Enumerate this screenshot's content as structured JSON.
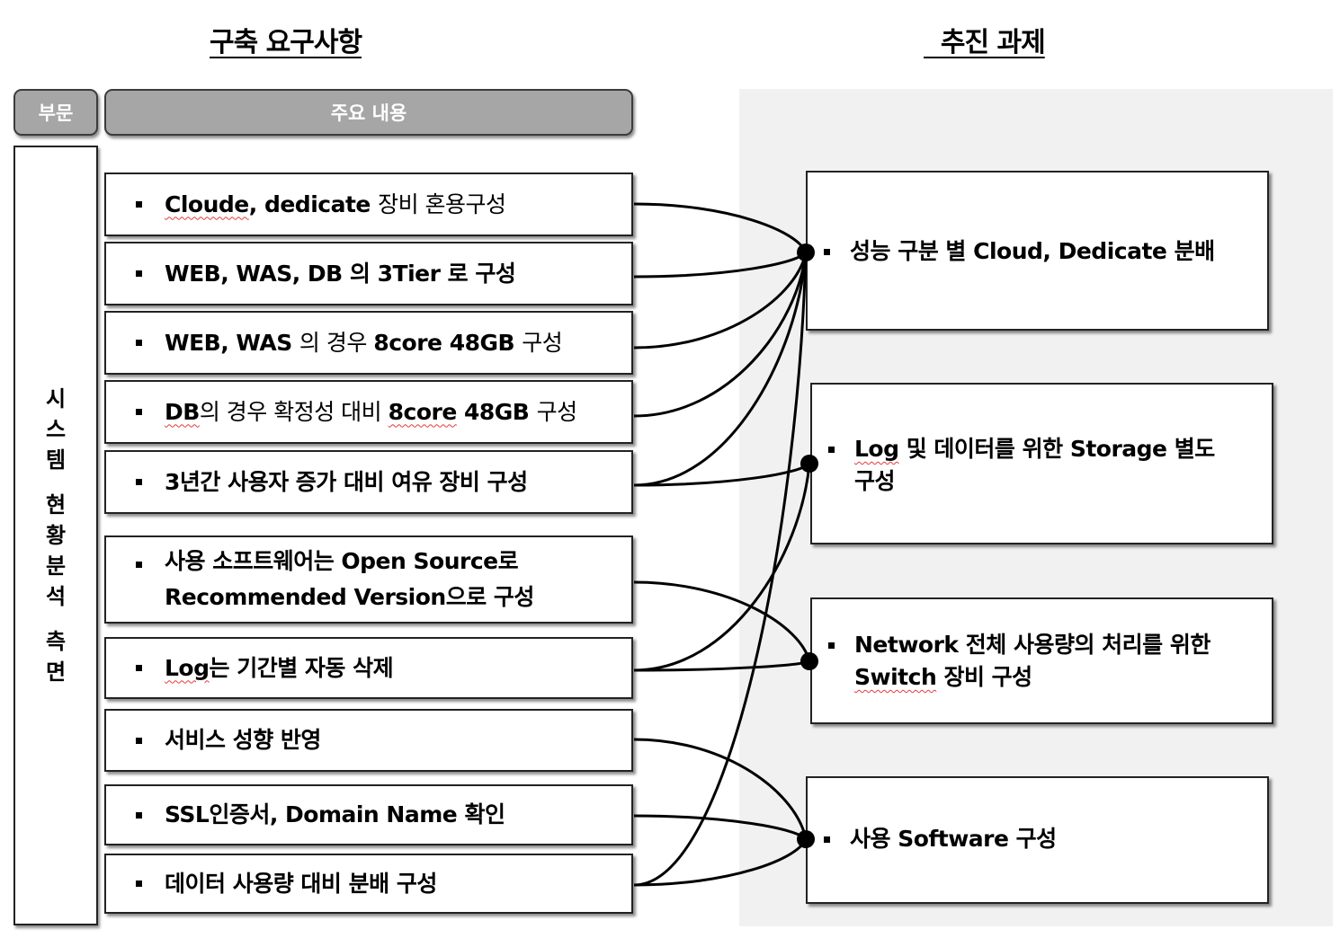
{
  "titles": {
    "left": "구축 요구사항",
    "right": "  추진 과제"
  },
  "headers": {
    "section": "부문",
    "content": "주요 내용"
  },
  "side_label": [
    "시",
    "스",
    "템",
    "",
    "현",
    "황",
    "분",
    "석",
    "",
    "측",
    "면"
  ],
  "requirements": [
    {
      "parts": [
        [
          "Cloude",
          "bold wavy"
        ],
        [
          ", dedicate ",
          "bold"
        ],
        [
          "장비 혼용구성",
          "normal"
        ]
      ]
    },
    {
      "parts": [
        [
          "WEB, WAS, DB 의 3Tier 로 구성",
          "bold"
        ]
      ]
    },
    {
      "parts": [
        [
          "WEB, WAS ",
          "bold"
        ],
        [
          "의 경우 ",
          "normal"
        ],
        [
          "8core 48GB ",
          "bold"
        ],
        [
          "구성",
          "normal"
        ]
      ]
    },
    {
      "parts": [
        [
          "DB",
          "bold wavy"
        ],
        [
          "의 경우 확정성 대비 ",
          "normal"
        ],
        [
          "8core",
          "bold wavy"
        ],
        [
          " 48GB ",
          "bold"
        ],
        [
          "구성",
          "normal"
        ]
      ]
    },
    {
      "parts": [
        [
          "3년간 사용자 증가 대비 여유 장비 구성",
          "bold"
        ]
      ]
    },
    {
      "parts": [
        [
          "사용 소프트웨어는 Open Source로\nRecommended Version으로 구성",
          "bold"
        ]
      ]
    },
    {
      "parts": [
        [
          "Log",
          "bold wavy"
        ],
        [
          "는 기간별 자동 삭제",
          "bold"
        ]
      ]
    },
    {
      "parts": [
        [
          "서비스 성향 반영",
          "bold"
        ]
      ]
    },
    {
      "parts": [
        [
          "SSL인증서, Domain Name 확인",
          "bold"
        ]
      ]
    },
    {
      "parts": [
        [
          "데이터 사용량 대비 분배 구성",
          "bold"
        ]
      ]
    }
  ],
  "tasks": [
    {
      "parts": [
        [
          "성능 구분 별 Cloud, Dedicate 분배",
          "bold"
        ]
      ]
    },
    {
      "parts": [
        [
          "Log",
          "bold wavy"
        ],
        [
          " 및 데이터를 위한 Storage 별도\n구성",
          "bold"
        ]
      ]
    },
    {
      "parts": [
        [
          "Network 전체 사용량의 처리를 위한\n",
          "bold"
        ],
        [
          "Switch",
          "bold wavy"
        ],
        [
          " 장비 구성",
          "bold"
        ]
      ]
    },
    {
      "parts": [
        [
          "사용 Software 구성",
          "bold"
        ]
      ]
    }
  ],
  "links": [
    {
      "from": 0,
      "to": 0
    },
    {
      "from": 1,
      "to": 0
    },
    {
      "from": 2,
      "to": 0
    },
    {
      "from": 3,
      "to": 0
    },
    {
      "from": 4,
      "to": 0
    },
    {
      "from": 9,
      "to": 0
    },
    {
      "from": 4,
      "to": 1
    },
    {
      "from": 6,
      "to": 1
    },
    {
      "from": 5,
      "to": 2
    },
    {
      "from": 6,
      "to": 2
    },
    {
      "from": 7,
      "to": 3
    },
    {
      "from": 8,
      "to": 3
    },
    {
      "from": 9,
      "to": 3
    }
  ],
  "colors": {
    "header_fill": "#a6a6a6",
    "panel_fill": "#f1f1f1",
    "spellcheck_underline": "#e23b3b"
  }
}
